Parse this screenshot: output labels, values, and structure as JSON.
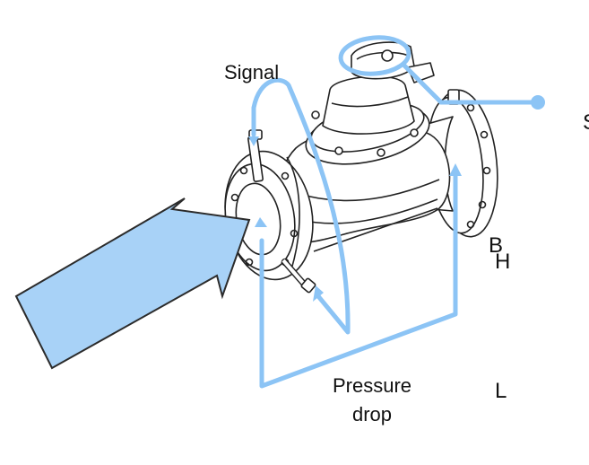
{
  "labels": {
    "signal": "Signal",
    "pressure_drop_line1": "Pressure",
    "pressure_drop_line2": "drop",
    "b": "B",
    "h": "H",
    "l": "L",
    "s": "S"
  },
  "colors": {
    "accent": "#8cc4f5",
    "accent_stroke": "#2b2b2b",
    "outline": "#222222",
    "valve_fill": "#ffffff"
  },
  "icons": [
    "flow-direction-arrow",
    "signal-tubing",
    "pressure-drop-path",
    "callout-pointer"
  ]
}
